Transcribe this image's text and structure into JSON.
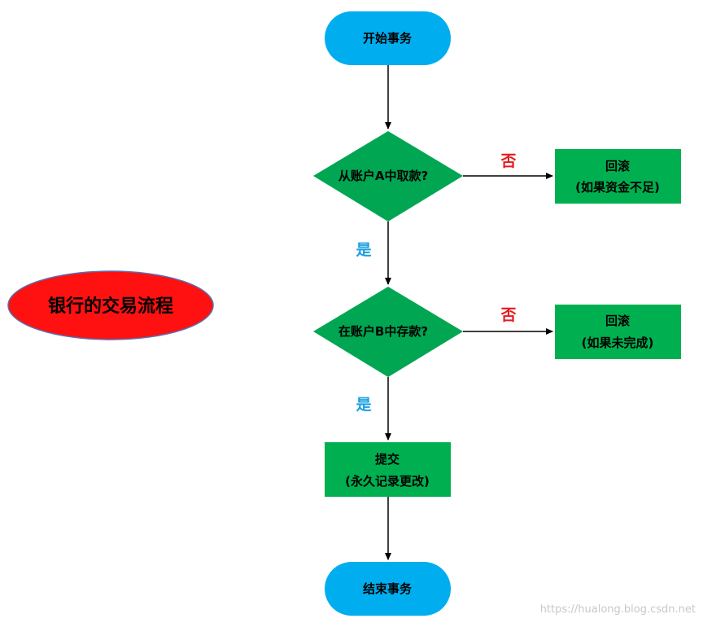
{
  "title": "银行的交易流程",
  "colors": {
    "terminal": "#00aeef",
    "decision": "#00a651",
    "process": "#00b050",
    "title_fill": "#ff1111",
    "title_stroke": "#5b6fb2",
    "no_label": "#e8191d",
    "yes_label": "#1a9fe0",
    "edge": "#000000"
  },
  "nodes": {
    "start": "开始事务",
    "decision_a": "从账户A中取款?",
    "rollback_a": {
      "line1": "回滚",
      "line2": "(如果资金不足)"
    },
    "decision_b": "在账户B中存款?",
    "rollback_b": {
      "line1": "回滚",
      "line2": "(如果未完成)"
    },
    "commit": {
      "line1": "提交",
      "line2": "(永久记录更改)"
    },
    "end": "结束事务"
  },
  "edges": {
    "no_label": "否",
    "yes_label": "是"
  },
  "watermark": "https://hualong.blog.csdn.net"
}
